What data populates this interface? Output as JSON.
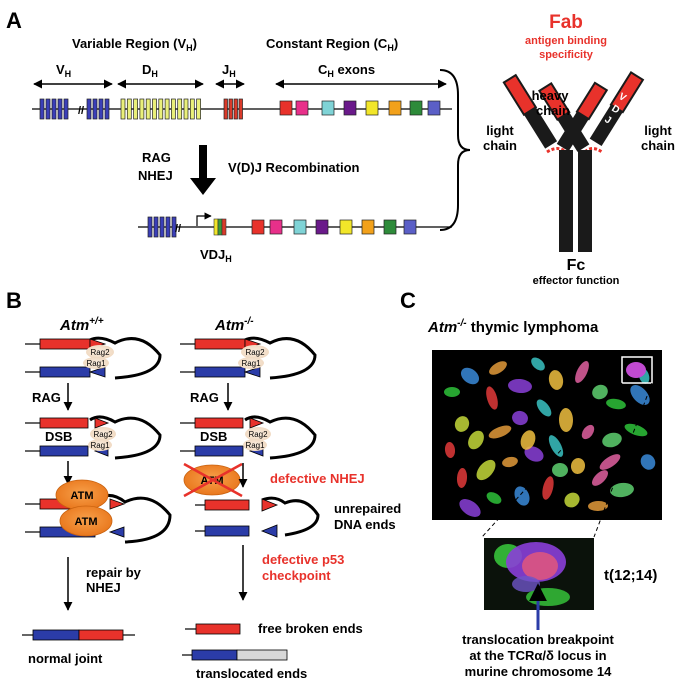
{
  "panel_a": {
    "letter": "A",
    "variable_region": "Variable Region (V",
    "variable_region_sub": "H",
    "variable_region_end": ")",
    "constant_region": "Constant Region (C",
    "constant_region_sub": "H",
    "constant_region_end": ")",
    "vh": "V",
    "vh_sub": "H",
    "dh": "D",
    "dh_sub": "H",
    "jh": "J",
    "jh_sub": "H",
    "ch_exons": "C",
    "ch_exons_sub": "H",
    "ch_exons_end": " exons",
    "rag": "RAG",
    "nhej": "NHEJ",
    "vdj_recombination": "V(D)J Recombination",
    "vdjh": "VDJ",
    "vdjh_sub": "H",
    "fab": "Fab",
    "fab_sub1": "antigen binding",
    "fab_sub2": "specificity",
    "heavy_chain_1": "heavy",
    "heavy_chain_2": "chain",
    "light_chain_left_1": "light",
    "light_chain_left_2": "chain",
    "light_chain_right_1": "light",
    "light_chain_right_2": "chain",
    "fc": "Fc",
    "fc_sub": "effector function",
    "antibody_v_labels": [
      "V",
      "D",
      "J",
      "V"
    ],
    "exon_colors": [
      "#e8322b",
      "#e8308a",
      "#7fd3d6",
      "#6a1a8a",
      "#f2e629",
      "#f2a11b",
      "#2e8b3a",
      "#5b5fc7"
    ]
  },
  "panel_b": {
    "letter": "B",
    "wt_title": "Atm",
    "wt_sup": "+/+",
    "ko_title": "Atm",
    "ko_sup": "-/-",
    "rag2": "Rag2",
    "rag1": "Rag1",
    "rag_step": "RAG",
    "dsb": "DSB",
    "atm": "ATM",
    "repair_1": "repair by",
    "repair_2": "NHEJ",
    "normal_joint": "normal joint",
    "defective_nhej": "defective NHEJ",
    "unrepaired_1": "unrepaired",
    "unrepaired_2": "DNA ends",
    "defective_p53_1": "defective p53",
    "defective_p53_2": "checkpoint",
    "free_broken": "free broken ends",
    "translocated": "translocated ends"
  },
  "panel_c": {
    "letter": "C",
    "title_gene": "Atm",
    "title_sup": "-/-",
    "title_rest": " thymic lymphoma",
    "translocation": "t(12;14)",
    "bp_1": "translocation breakpoint",
    "bp_2": "at the TCRα/δ locus in",
    "bp_3": "murine chromosome 14"
  }
}
